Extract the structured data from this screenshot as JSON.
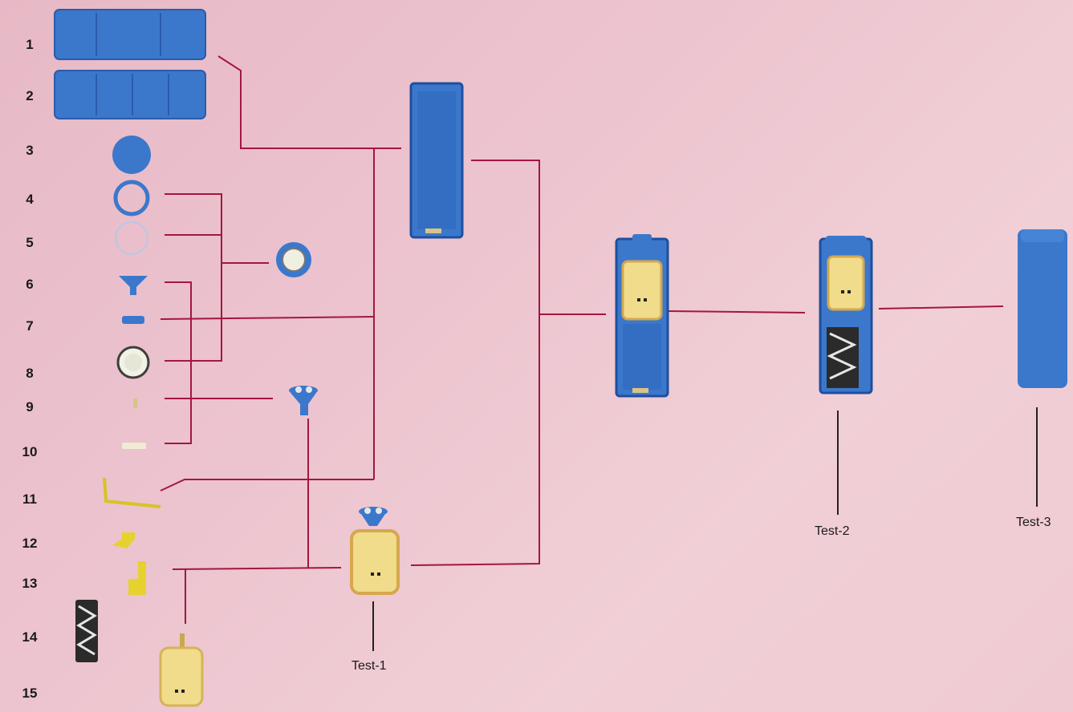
{
  "part_numbers": [
    "1",
    "2",
    "3",
    "4",
    "5",
    "6",
    "7",
    "8",
    "9",
    "10",
    "11",
    "12",
    "13",
    "14",
    "15"
  ],
  "tests": {
    "test1": "Test-1",
    "test2": "Test-2",
    "test3": "Test-3"
  },
  "colors": {
    "line": "#a3173f",
    "part_blue": "#3b78cc",
    "motor_yellow": "#f0dc8a",
    "background": "#ecc4cf"
  }
}
